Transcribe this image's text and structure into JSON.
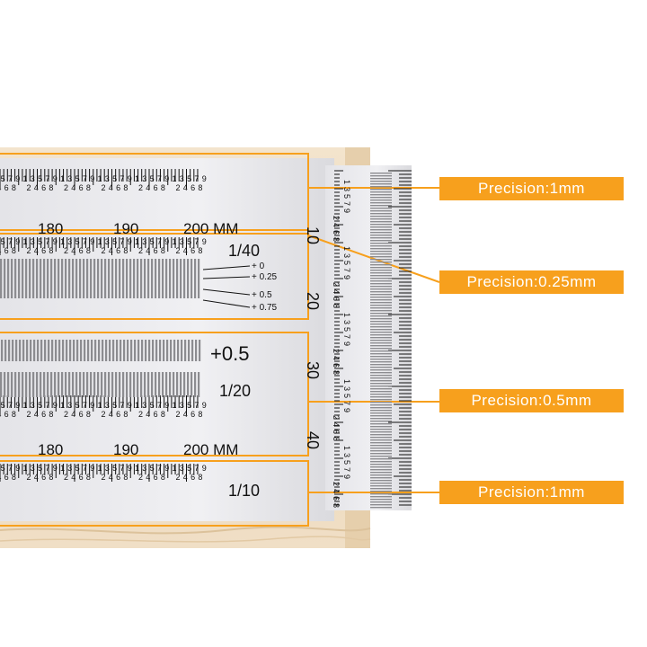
{
  "ruler": {
    "mm_labels": [
      "180",
      "190",
      "200 MM"
    ],
    "mm_labels_lower": [
      "180",
      "190",
      "200 MM"
    ],
    "vertical_numbers": [
      "10",
      "20",
      "30",
      "40"
    ],
    "fraction_1_40": "1/40",
    "fraction_1_20": "1/20",
    "fraction_1_10": "1/10",
    "plus_half": "+0.5",
    "quarter_marks": [
      "+ 0",
      "+ 0.25",
      "+ 0.5",
      "+ 0.75"
    ],
    "digit_row_odd": [
      "1",
      "3",
      "5",
      "7",
      "9"
    ],
    "digit_row_even": [
      "2",
      "4",
      "6",
      "8"
    ],
    "side_digits": [
      "1",
      "3",
      "5",
      "7",
      "9",
      "2",
      "4",
      "6",
      "8"
    ]
  },
  "callouts": [
    {
      "label": "Precision:1mm"
    },
    {
      "label": "Precision:0.25mm"
    },
    {
      "label": "Precision:0.5mm"
    },
    {
      "label": "Precision:1mm"
    }
  ],
  "colors": {
    "accent": "#f7a01d",
    "ruler_metal": "#e9e9ec",
    "wood": "#efdcc0",
    "ink": "#111111"
  }
}
